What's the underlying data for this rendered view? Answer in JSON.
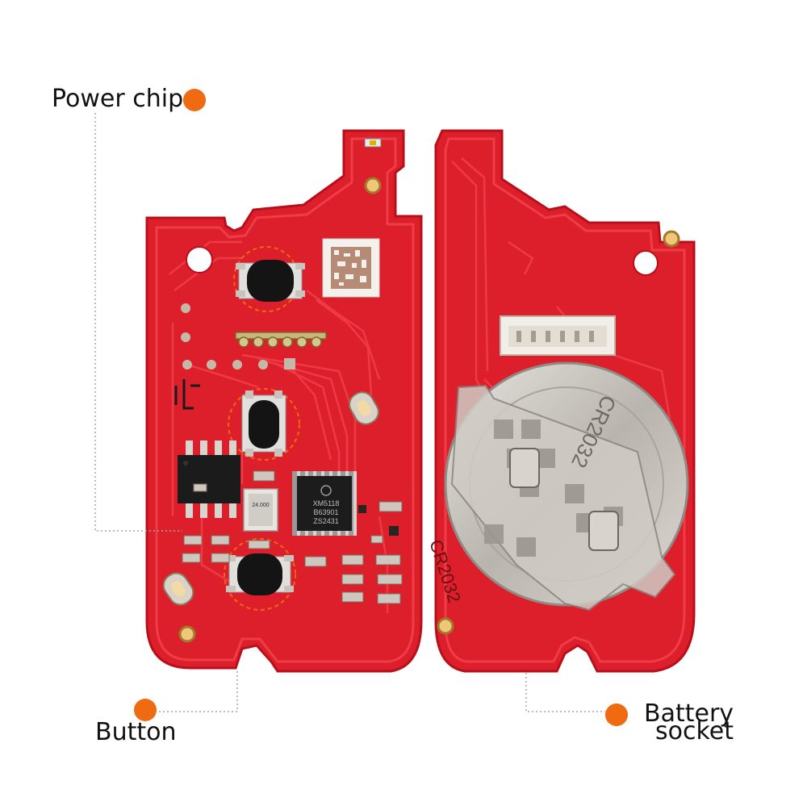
{
  "image": {
    "description_free": true
  },
  "callouts": {
    "power_chip": "Power chip",
    "button": "Button",
    "battery_line1": "Battery",
    "battery_line2": "socket"
  },
  "board_markings": {
    "battery_type": "CR2032",
    "chip_line1": "XM5118",
    "chip_line2": "B63901",
    "chip_line3": "ZS2431",
    "crystal": "24.000",
    "holder_text": "CR2032"
  },
  "colors": {
    "pcb": "#dc1f2a",
    "pcb_dark": "#b80f1b",
    "trace": "#ee3a45",
    "accent_dot": "#f06a12",
    "metal": "#c9c6c0",
    "chip": "#1b1b1b"
  }
}
